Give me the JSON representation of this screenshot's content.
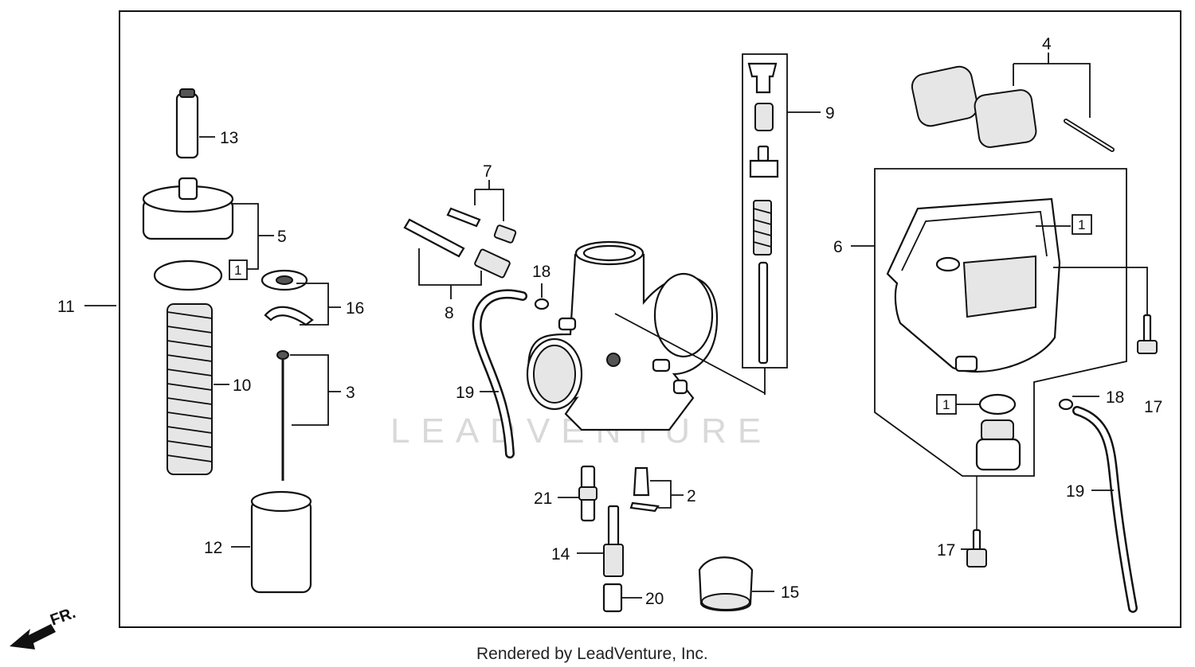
{
  "callouts": {
    "c1": "1",
    "c2": "2",
    "c3": "3",
    "c4": "4",
    "c5": "5",
    "c6": "6",
    "c7": "7",
    "c8": "8",
    "c9": "9",
    "c10": "10",
    "c11": "11",
    "c12": "12",
    "c13": "13",
    "c14": "14",
    "c15": "15",
    "c16": "16",
    "c17a": "17",
    "c17b": "17",
    "c18a": "18",
    "c18b": "18",
    "c19a": "19",
    "c19b": "19",
    "c20": "20",
    "c21": "21"
  },
  "boxed": {
    "b1a": "1",
    "b1b": "1",
    "b1c": "1"
  },
  "watermark": "LEADVENTURE",
  "direction": "FR.",
  "footer": "Rendered by LeadVenture, Inc."
}
